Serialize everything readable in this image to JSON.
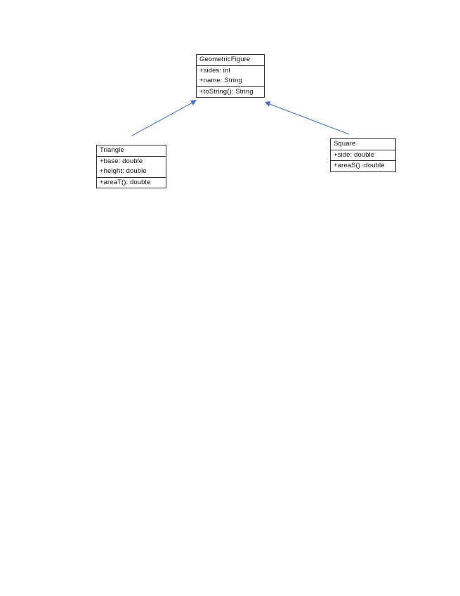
{
  "diagram": {
    "classes": [
      {
        "id": "geometric",
        "name": "GeometricFigure",
        "attributes": [
          "+sides: int",
          "+name: String"
        ],
        "methods": [
          "+toString(): String"
        ]
      },
      {
        "id": "triangle",
        "name": "Triangle",
        "attributes": [
          "+base: double",
          "+height: double"
        ],
        "methods": [
          "+areaT(): double"
        ]
      },
      {
        "id": "square",
        "name": "Square",
        "attributes": [
          "+side: double"
        ],
        "methods": [
          "+areaS() :double"
        ]
      }
    ],
    "relations": [
      {
        "from": "Triangle",
        "to": "GeometricFigure",
        "type": "inheritance"
      },
      {
        "from": "Square",
        "to": "GeometricFigure",
        "type": "inheritance"
      }
    ],
    "arrow_color": "#4472c4"
  }
}
